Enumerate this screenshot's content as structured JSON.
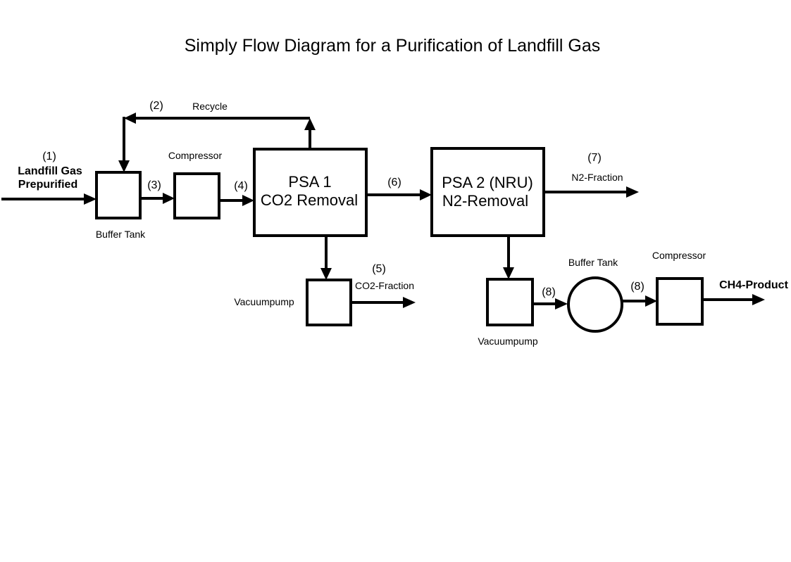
{
  "title": "Simply Flow Diagram for a Purification of Landfill Gas",
  "streams": {
    "s1": "(1)",
    "s2": "(2)",
    "s3": "(3)",
    "s4": "(4)",
    "s5": "(5)",
    "s6": "(6)",
    "s7": "(7)",
    "s8a": "(8)",
    "s8b": "(8)"
  },
  "labels": {
    "feed_line1": "Landfill Gas",
    "feed_line2": "Prepurified",
    "recycle": "Recycle",
    "buffer_tank_1": "Buffer Tank",
    "compressor_1": "Compressor",
    "vacuumpump_1": "Vacuumpump",
    "co2_fraction": "CO2-Fraction",
    "n2_fraction": "N2-Fraction",
    "vacuumpump_2": "Vacuumpump",
    "buffer_tank_2": "Buffer Tank",
    "compressor_2": "Compressor",
    "ch4_product": "CH4-Product"
  },
  "units": {
    "psa1_line1": "PSA 1",
    "psa1_line2": "CO2 Removal",
    "psa2_line1": "PSA 2 (NRU)",
    "psa2_line2": "N2-Removal"
  },
  "colors": {
    "stroke": "#000000",
    "background": "#ffffff"
  }
}
